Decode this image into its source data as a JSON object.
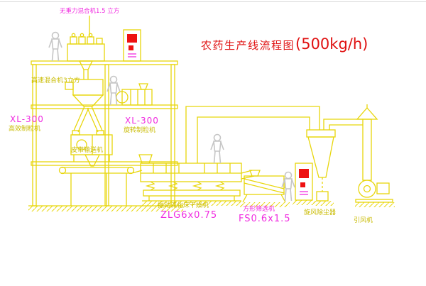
{
  "title": {
    "main": "农药生产线流程图",
    "capacity": "(500kg/h)"
  },
  "labels": {
    "top_mixer": "无重力混合机1.5 立方",
    "high_speed_mixer": "高速混合机3立方",
    "granulator_model_left": "XL-300",
    "granulator_name_left": "高效制粒机",
    "granulator_model_center": "XL-300",
    "granulator_name_center": "旋转制粒机",
    "belt_conveyor": "皮带输送机",
    "dryer_name": "振动流化床干燥机",
    "dryer_model": "ZLG6x0.75",
    "sieve_name": "方形筛选机",
    "sieve_model": "FS0.6x1.5",
    "cyclone": "旋风除尘器",
    "fan": "引风机"
  },
  "colors": {
    "line_yellow": "#e8d60b",
    "label_magenta": "#f02ce0",
    "label_yellow": "#c9bb00",
    "title_red": "#e01212",
    "figure_gray": "#c6c6c6",
    "alarm_red": "#ee1111",
    "background": "#ffffff"
  }
}
